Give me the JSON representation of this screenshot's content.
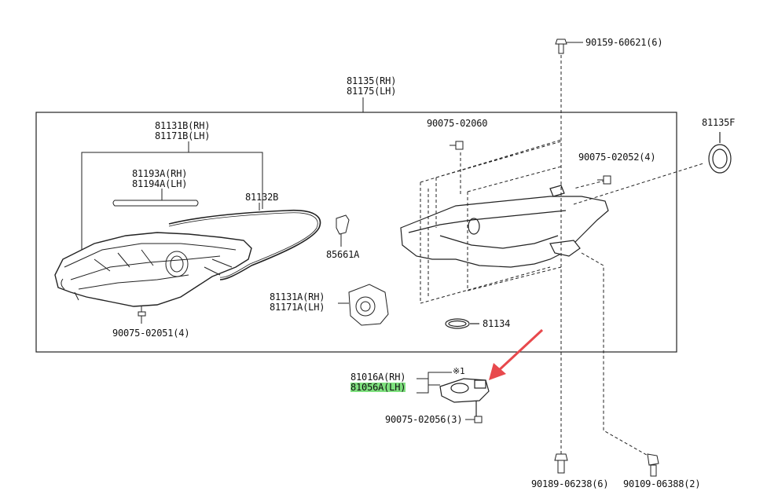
{
  "labels": {
    "assy_rh": "81135(RH)",
    "assy_lh": "81175(LH)",
    "housing_rh": "81131B(RH)",
    "housing_lh": "81171B(LH)",
    "strip_rh": "81193A(RH)",
    "strip_lh": "81194A(LH)",
    "gasket": "81132B",
    "clip": "85661A",
    "proj_rh": "81131A(RH)",
    "proj_lh": "81171A(LH)",
    "oring": "81134",
    "cover": "81135F",
    "screw_top": "90159-60621(6)",
    "screw_02060": "90075-02060",
    "screw_02052": "90075-02052(4)",
    "screw_02051": "90075-02051(4)",
    "ballast_rh": "81016A(RH)",
    "ballast_lh": "81056A(LH)",
    "note_mark": "※1",
    "screw_02056": "90075-02056(3)",
    "bolt_bottom_left": "90189-06238(6)",
    "bolt_bottom_right": "90109-06388(2)"
  },
  "colors": {
    "line": "#222222",
    "highlight": "#7ee07e",
    "arrow": "#e8494d"
  }
}
